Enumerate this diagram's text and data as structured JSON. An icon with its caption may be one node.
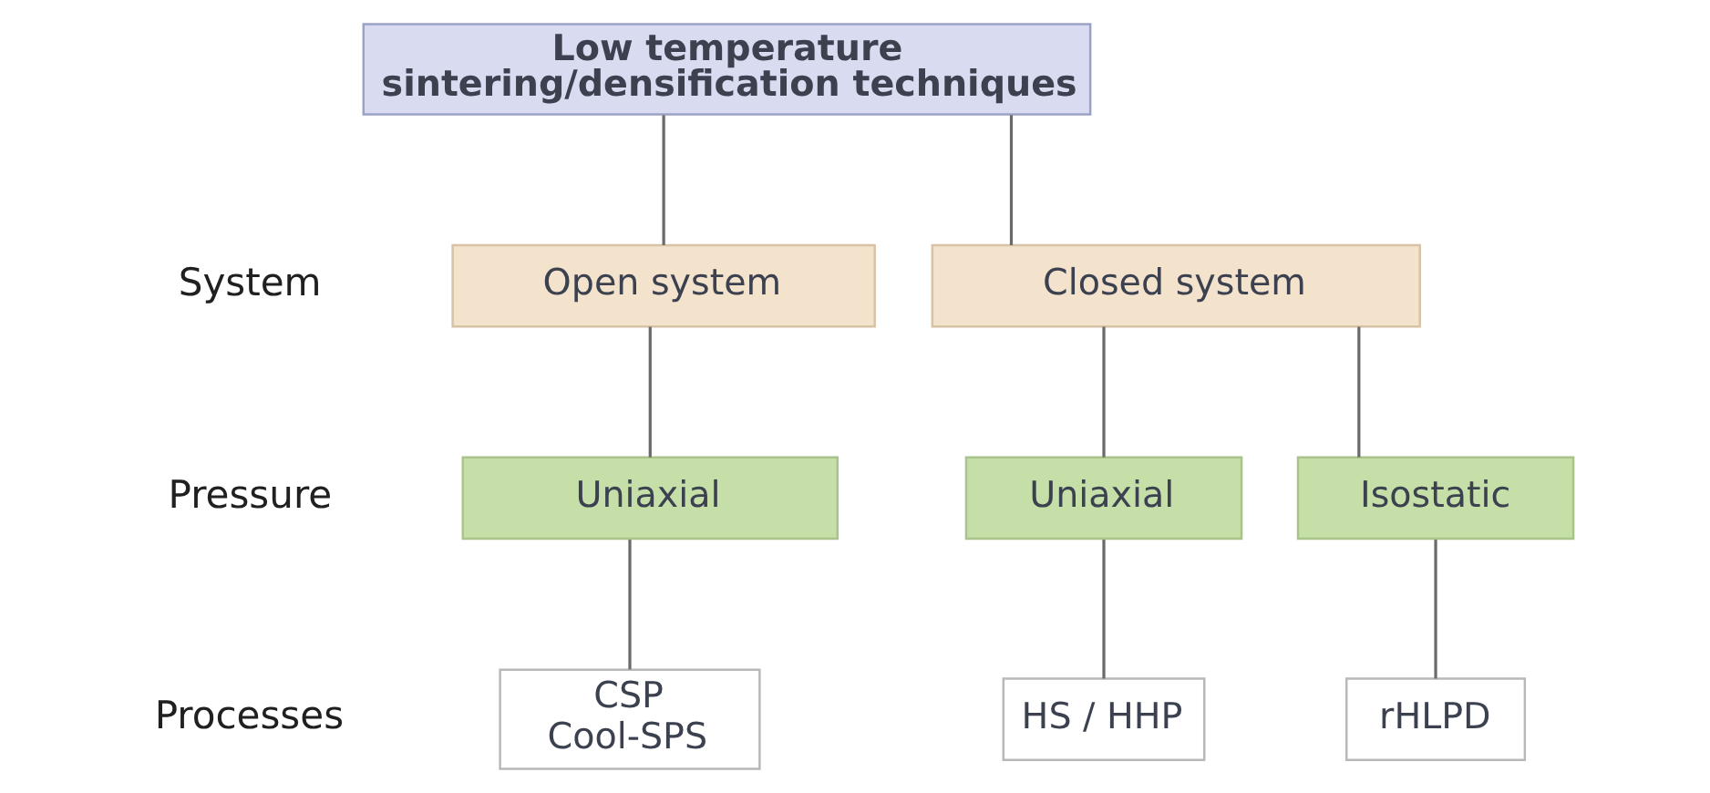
{
  "diagram": {
    "nodes": [
      {
        "text": [
          "Low temperature sintering/densification techniques"
        ]
      },
      {
        "text": [
          "Open system"
        ]
      },
      {
        "text": [
          "Closed system"
        ]
      },
      {
        "text": [
          "Uniaxial"
        ]
      },
      {
        "text": [
          "Uniaxial"
        ]
      },
      {
        "text": [
          "Isostatic"
        ]
      },
      {
        "text": [
          "CSP",
          "Cool-SPS"
        ]
      },
      {
        "text": [
          "HS / HHP"
        ]
      },
      {
        "text": [
          "rHLPD"
        ]
      }
    ],
    "edges": [
      {
        "from": 0,
        "to": 1,
        "arrow": "none"
      },
      {
        "from": 0,
        "to": 2,
        "arrow": "none"
      },
      {
        "from": 1,
        "to": 3,
        "arrow": "none"
      },
      {
        "from": 2,
        "to": 4,
        "arrow": "none"
      },
      {
        "from": 2,
        "to": 5,
        "arrow": "none"
      },
      {
        "from": 3,
        "to": 6,
        "arrow": "none"
      },
      {
        "from": 4,
        "to": 7,
        "arrow": "none"
      },
      {
        "from": 5,
        "to": 8,
        "arrow": "none"
      }
    ],
    "labels": [
      "System",
      "Pressure",
      "Processes"
    ]
  }
}
